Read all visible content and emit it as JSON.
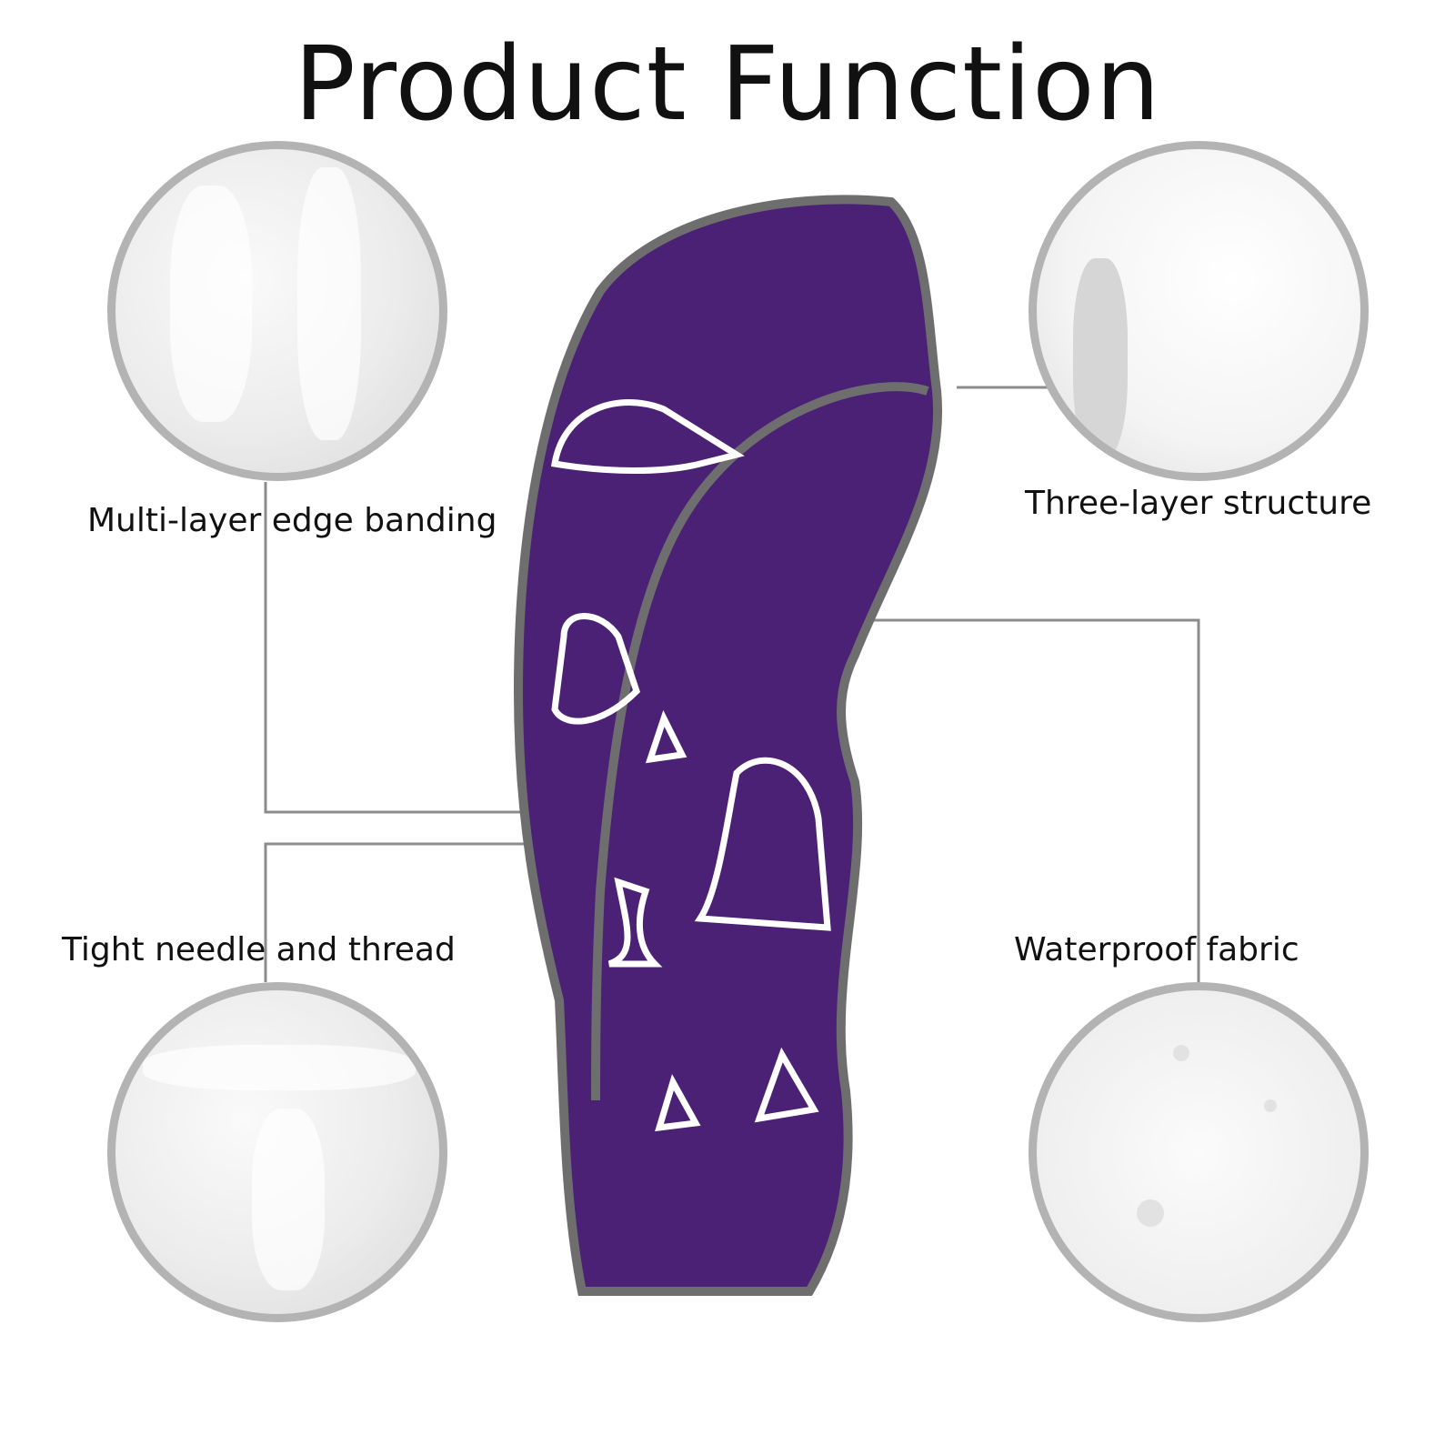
{
  "title": "Product Function",
  "features": {
    "top_left": "Multi-layer edge banding",
    "top_right": "Three-layer structure",
    "bottom_left": "Tight needle and thread",
    "bottom_right": "Waterproof fabric"
  },
  "colors": {
    "product": "#4a2175",
    "trim": "#6e6e6e",
    "circle_border": "#b3b3b3",
    "line": "#8c8c8c"
  }
}
